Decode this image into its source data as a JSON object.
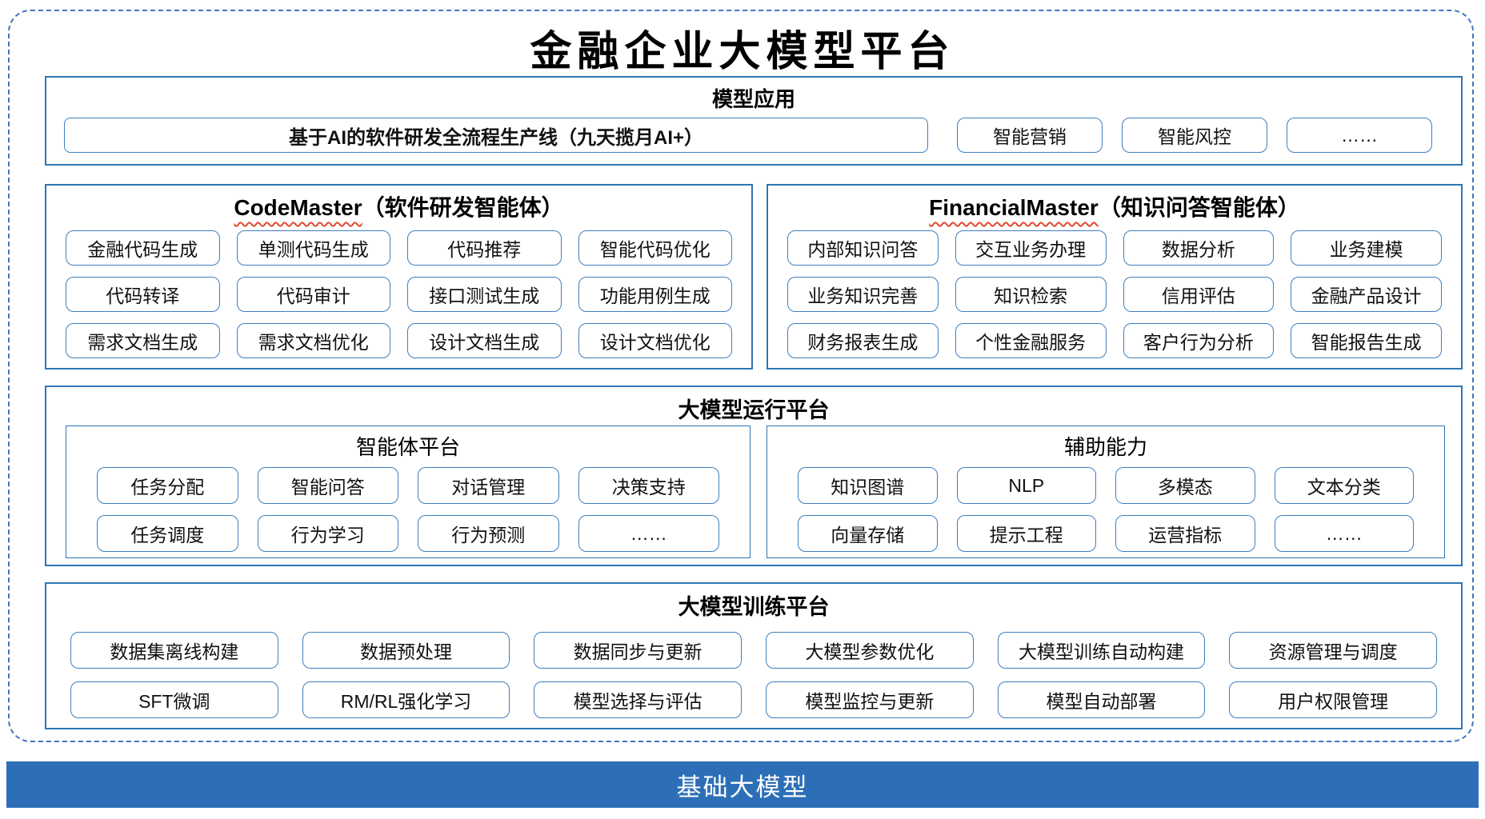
{
  "page": {
    "title": "金融企业大模型平台"
  },
  "model_app": {
    "header": "模型应用",
    "pipeline_label": "基于AI的软件研发全流程生产线（九天揽月AI+）",
    "items": [
      "智能营销",
      "智能风控",
      "……"
    ]
  },
  "code_master": {
    "name": "CodeMaster",
    "subtitle": "（软件研发智能体）",
    "items": [
      "金融代码生成",
      "单测代码生成",
      "代码推荐",
      "智能代码优化",
      "代码转译",
      "代码审计",
      "接口测试生成",
      "功能用例生成",
      "需求文档生成",
      "需求文档优化",
      "设计文档生成",
      "设计文档优化"
    ]
  },
  "financial_master": {
    "name": "FinancialMaster",
    "subtitle": "（知识问答智能体）",
    "items": [
      "内部知识问答",
      "交互业务办理",
      "数据分析",
      "业务建模",
      "业务知识完善",
      "知识检索",
      "信用评估",
      "金融产品设计",
      "财务报表生成",
      "个性金融服务",
      "客户行为分析",
      "智能报告生成"
    ]
  },
  "runtime_platform": {
    "header": "大模型运行平台",
    "agent_platform": {
      "header": "智能体平台",
      "items": [
        "任务分配",
        "智能问答",
        "对话管理",
        "决策支持",
        "任务调度",
        "行为学习",
        "行为预测",
        "……"
      ]
    },
    "aux_capabilities": {
      "header": "辅助能力",
      "items": [
        "知识图谱",
        "NLP",
        "多模态",
        "文本分类",
        "向量存储",
        "提示工程",
        "运营指标",
        "……"
      ]
    }
  },
  "training_platform": {
    "header": "大模型训练平台",
    "items": [
      "数据集离线构建",
      "数据预处理",
      "数据同步与更新",
      "大模型参数优化",
      "大模型训练自动构建",
      "资源管理与调度",
      "SFT微调",
      "RM/RL强化学习",
      "模型选择与评估",
      "模型监控与更新",
      "模型自动部署",
      "用户权限管理"
    ]
  },
  "foundation": {
    "label": "基础大模型"
  },
  "colors": {
    "section_border": "#2e75b6",
    "box_border": "#3d7ebf",
    "dashed_frame": "#4673c2",
    "foundation_bar": "#2d6fb7",
    "squiggle_red": "#e0492f"
  }
}
